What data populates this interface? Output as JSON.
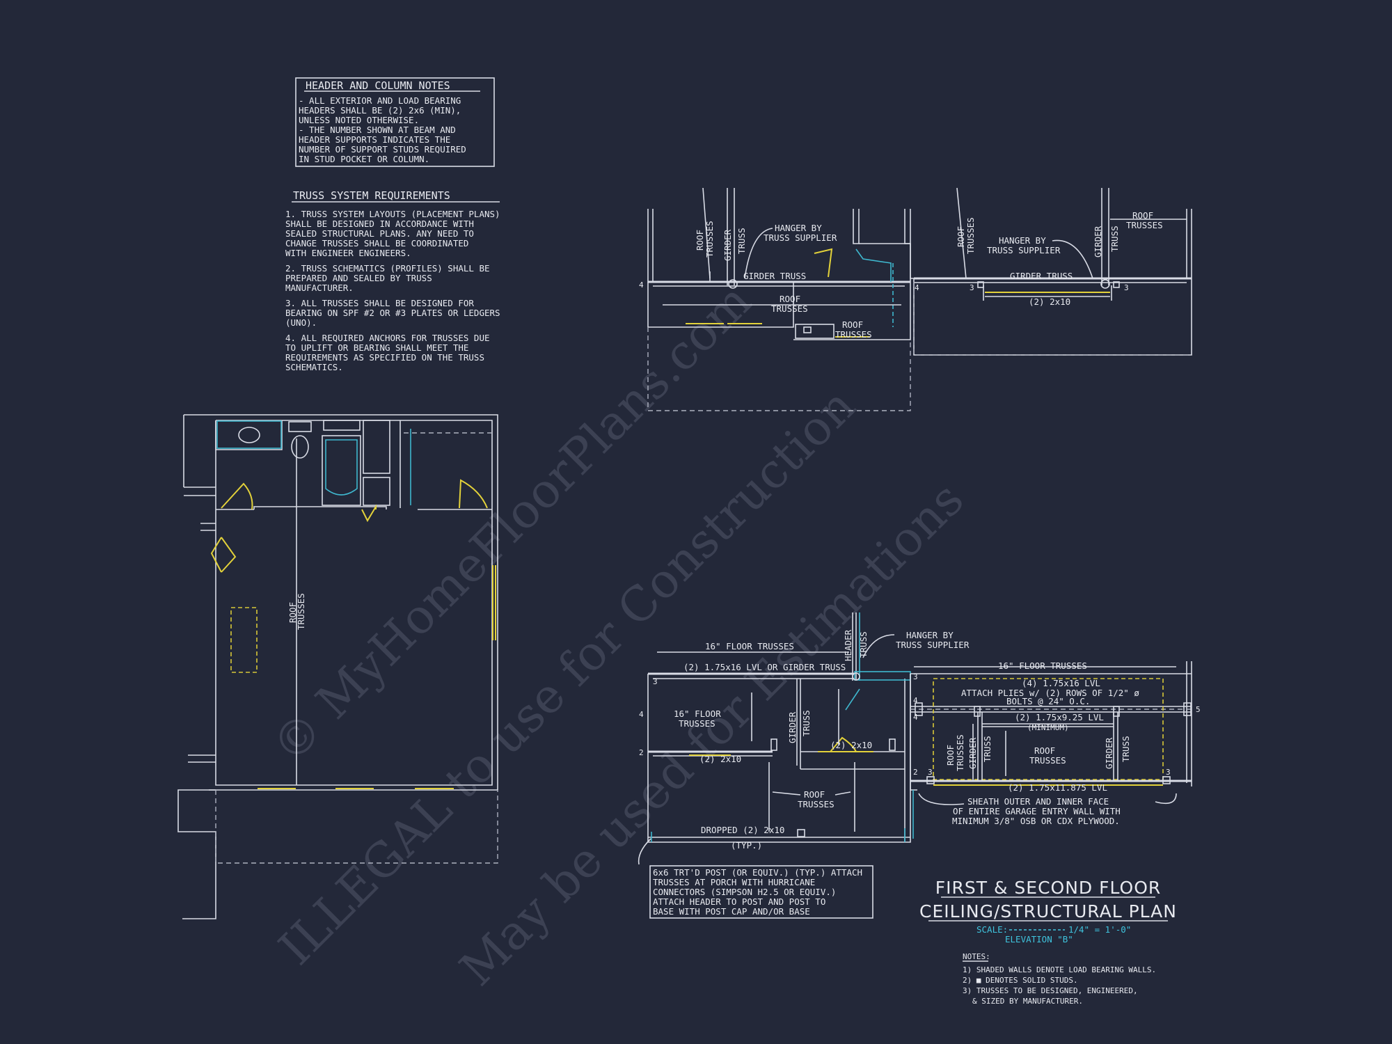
{
  "header_notes": {
    "title": "HEADER AND COLUMN NOTES",
    "lines": [
      "- ALL EXTERIOR AND LOAD BEARING",
      "HEADERS SHALL BE (2) 2x6 (MIN),",
      "UNLESS NOTED OTHERWISE.",
      "- THE NUMBER SHOWN AT BEAM AND",
      "HEADER SUPPORTS INDICATES THE",
      "NUMBER OF SUPPORT STUDS REQUIRED",
      "IN STUD POCKET OR COLUMN."
    ]
  },
  "truss_requirements": {
    "title": "TRUSS SYSTEM REQUIREMENTS",
    "lines": [
      "1. TRUSS SYSTEM LAYOUTS (PLACEMENT PLANS)",
      "SHALL BE DESIGNED IN ACCORDANCE WITH",
      "SEALED STRUCTURAL PLANS. ANY NEED TO",
      "CHANGE TRUSSES SHALL BE COORDINATED",
      "WITH ENGINEER ENGINEERS.",
      "2. TRUSS SCHEMATICS (PROFILES) SHALL BE",
      "PREPARED AND SEALED BY TRUSS",
      "MANUFACTURER.",
      "3. ALL TRUSSES SHALL BE DESIGNED FOR",
      "BEARING ON SPF #2 OR #3 PLATES OR LEDGERS",
      "(UNO).",
      "4. ALL REQUIRED ANCHORS FOR TRUSSES DUE",
      "TO UPLIFT OR BEARING SHALL MEET THE",
      "REQUIREMENTS AS SPECIFIED ON THE TRUSS",
      "SCHEMATICS."
    ]
  },
  "top_plan": {
    "roof_trusses": "ROOF",
    "roof_trusses_2": "TRUSSES",
    "girder": "GIRDER",
    "truss": "TRUSS",
    "hanger": "HANGER BY",
    "hanger_2": "TRUSS SUPPLIER",
    "girder_truss": "GIRDER TRUSS",
    "two_2x10": "(2) 2x10",
    "n4": "4",
    "n3": "3"
  },
  "bottom_plan": {
    "floor_trusses": "16\" FLOOR TRUSSES",
    "lvl_girder": "(2) 1.75x16 LVL OR GIRDER TRUSS",
    "floor_trusses_a": "16\" FLOOR",
    "floor_trusses_b": "TRUSSES",
    "header": "HEADER",
    "truss": "TRUSS",
    "girder": "GIRDER",
    "hanger": "HANGER BY",
    "hanger_2": "TRUSS SUPPLIER",
    "two_2x10": "(2) 2x10",
    "roof": "ROOF",
    "trusses": "TRUSSES",
    "dropped": "DROPPED (2) 2x10",
    "typ": "(TYP.)",
    "lvl4": "(4) 1.75x16 LVL",
    "attach": "ATTACH PLIES w/ (2) ROWS OF 1/2\" ø",
    "bolts": "BOLTS @ 24\" O.C.",
    "lvl_9": "(2) 1.75x9.25 LVL",
    "minimum": "(MINIMUM)",
    "lvl_11": "(2) 1.75x11.875 LVL",
    "sheath_1": "SHEATH OUTER AND INNER FACE",
    "sheath_2": "OF ENTIRE GARAGE ENTRY WALL WITH",
    "sheath_3": "MINIMUM 3/8\" OSB OR CDX PLYWOOD.",
    "n2": "2",
    "n3": "3",
    "n4": "4",
    "n5": "5"
  },
  "post_note": [
    "6x6 TRT'D POST (OR EQUIV.) (TYP.) ATTACH",
    "TRUSSES AT PORCH WITH HURRICANE",
    "CONNECTORS (SIMPSON H2.5 OR EQUIV.)",
    "ATTACH HEADER TO POST AND POST TO",
    "BASE WITH POST CAP AND/OR BASE"
  ],
  "left_plan": {
    "roof": "ROOF",
    "trusses": "TRUSSES"
  },
  "title_block": {
    "line1": "FIRST & SECOND FLOOR",
    "line2": "CEILING/STRUCTURAL PLAN",
    "scale_label": "SCALE:",
    "scale_value": "1/4\" = 1'-0\"",
    "elevation": "ELEVATION \"B\""
  },
  "notes": {
    "title": "NOTES:",
    "lines": [
      "1) SHADED WALLS DENOTE LOAD BEARING WALLS.",
      "2) ■ DENOTES SOLID STUDS.",
      "3) TRUSSES TO BE DESIGNED, ENGINEERED,",
      "& SIZED BY MANUFACTURER."
    ]
  },
  "watermark": {
    "line1": "© MyHomeFloorPlans.com",
    "line2": "ILLEGAL to use for Construction",
    "line3": "May be used for Estimations"
  },
  "colors": {
    "background": "#232839",
    "line": "#d9dce6",
    "accent_cyan": "#3fb8cf",
    "accent_yellow": "#e3d23a"
  }
}
